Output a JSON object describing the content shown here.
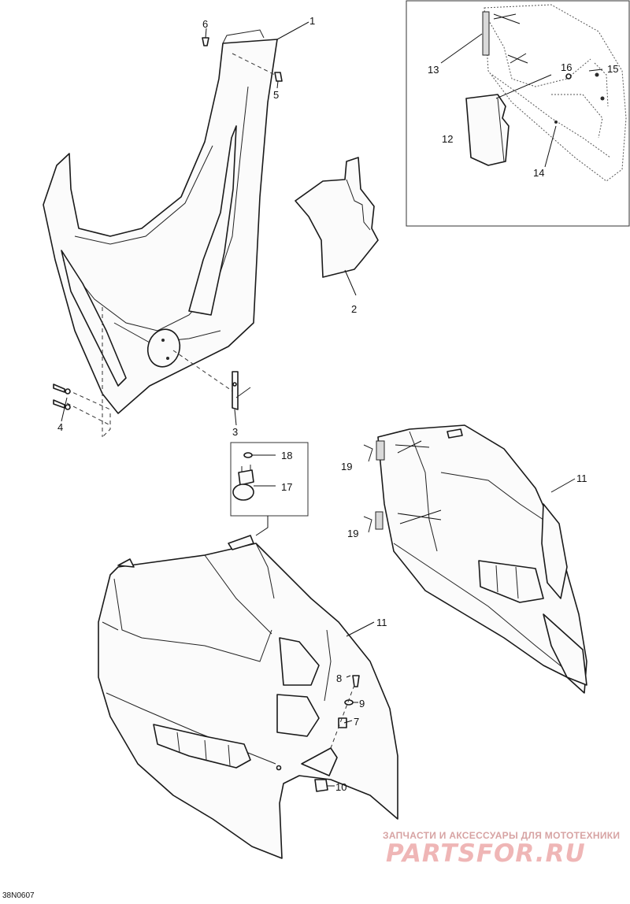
{
  "diagram": {
    "code": "38N0607",
    "callouts": {
      "c1": "1",
      "c2": "2",
      "c3": "3",
      "c4": "4",
      "c5": "5",
      "c6": "6",
      "c7": "7",
      "c8": "8",
      "c9": "9",
      "c10": "10",
      "c11a": "11",
      "c11b": "11",
      "c12": "12",
      "c13": "13",
      "c14": "14",
      "c15": "15",
      "c16": "16",
      "c17": "17",
      "c18": "18",
      "c19a": "19",
      "c19b": "19"
    }
  },
  "watermark": {
    "tagline": "ЗАПЧАСТИ И АКСЕССУАРЫ ДЛЯ МОТОТЕХНИКИ",
    "logo": "PARTSFOR.RU"
  },
  "colors": {
    "line": "#1a1a1a",
    "watermark": "#e8a8a8"
  }
}
